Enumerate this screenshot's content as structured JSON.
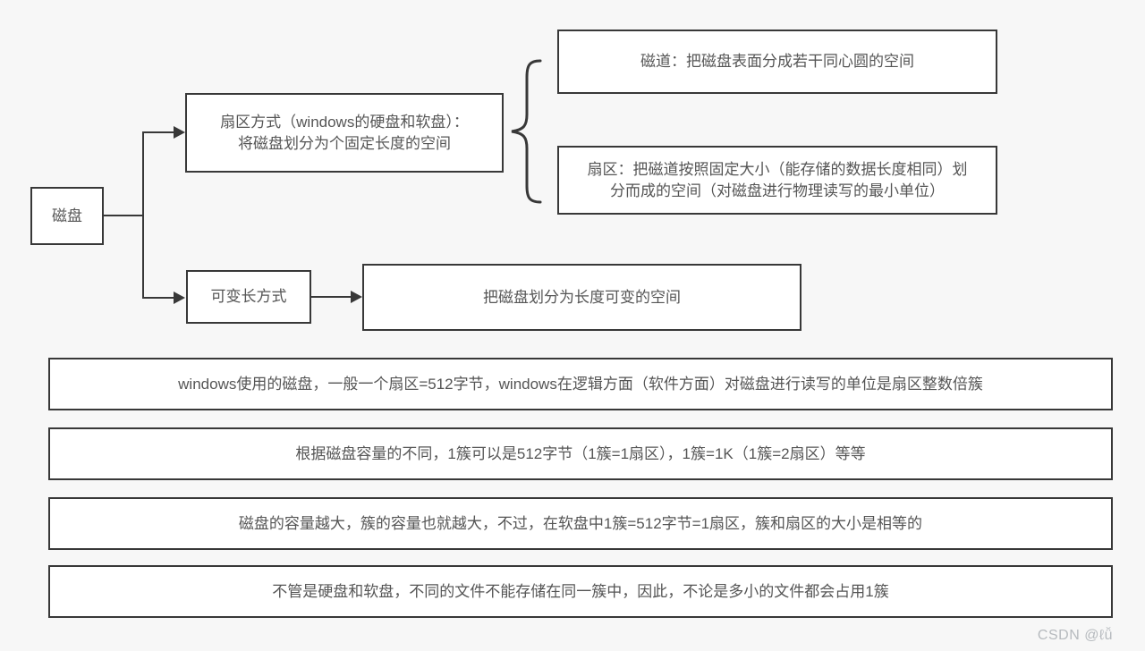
{
  "page": {
    "background_color": "#f7f7f7",
    "watermark": "CSDN @ℓǚ"
  },
  "colors": {
    "box_border": "#383838",
    "box_fill": "#ffffff",
    "text": "#555555",
    "connector": "#383838",
    "watermark": "#b6babe"
  },
  "diagram": {
    "type": "flowchart",
    "root": {
      "label": "磁盘"
    },
    "sector_method": {
      "line1": "扇区方式（windows的硬盘和软盘）：",
      "line2": "将磁盘划分为个固定长度的空间"
    },
    "track": {
      "label": "磁道：把磁盘表面分成若干同心圆的空间"
    },
    "sector": {
      "line1": "扇区：把磁道按照固定大小（能存储的数据长度相同）划",
      "line2": "分而成的空间（对磁盘进行物理读写的最小单位）"
    },
    "variable_method": {
      "label": "可变长方式"
    },
    "variable_desc": {
      "label": "把磁盘划分为长度可变的空间"
    },
    "notes": [
      "windows使用的磁盘，一般一个扇区=512字节，windows在逻辑方面（软件方面）对磁盘进行读写的单位是扇区整数倍簇",
      "根据磁盘容量的不同，1簇可以是512字节（1簇=1扇区），1簇=1K（1簇=2扇区）等等",
      "磁盘的容量越大，簇的容量也就越大，不过，在软盘中1簇=512字节=1扇区，簇和扇区的大小是相等的",
      "不管是硬盘和软盘，不同的文件不能存储在同一簇中，因此，不论是多小的文件都会占用1簇"
    ]
  }
}
